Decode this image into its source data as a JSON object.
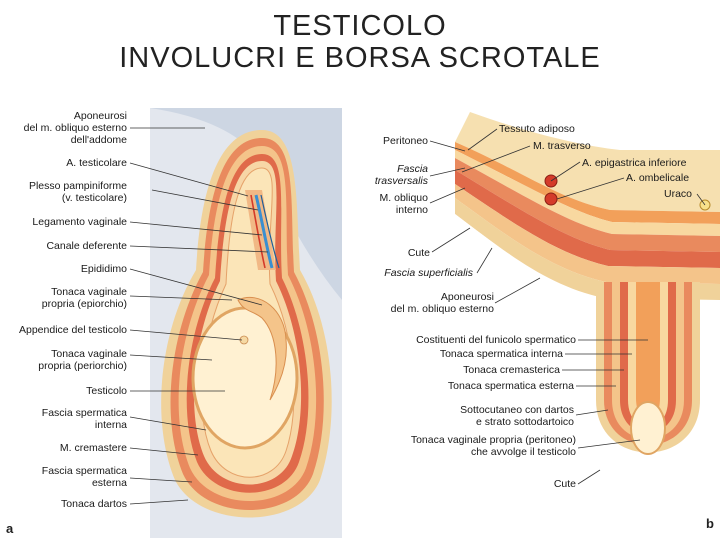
{
  "title": {
    "line1": "TESTICOLO",
    "line2": "INVOLUCRI E BORSA SCROTALE"
  },
  "colors": {
    "skin": "#f0d29a",
    "dartos": "#e98a5e",
    "cremaster": "#e06a4a",
    "fascia": "#f4c48a",
    "tunica": "#fbe5b8",
    "testis": "#fff1d2",
    "peritoneum": "#f2a05a",
    "artery": "#d43b2a",
    "vein": "#3a8fd0",
    "background_tissue": "#d4dbe6"
  },
  "panel_a": {
    "letter": "a",
    "labels": [
      [
        "Aponeurosi",
        "del m. obliquo esterno",
        "dell'addome"
      ],
      [
        "A. testicolare"
      ],
      [
        "Plesso pampiniforme",
        "(v. testicolare)"
      ],
      [
        "Legamento vaginale"
      ],
      [
        "Canale deferente"
      ],
      [
        "Epididimo"
      ],
      [
        "Tonaca vaginale",
        "propria (epiorchio)"
      ],
      [
        "Appendice del testicolo"
      ],
      [
        "Tonaca vaginale",
        "propria (periorchio)"
      ],
      [
        "Testicolo"
      ],
      [
        "Fascia spermatica",
        "interna"
      ],
      [
        "M. cremastere"
      ],
      [
        "Fascia spermatica",
        "esterna"
      ],
      [
        "Tonaca dartos"
      ]
    ]
  },
  "panel_b": {
    "letter": "b",
    "labels_left": [
      [
        "Peritoneo"
      ],
      [
        "Fascia",
        "trasversalis"
      ],
      [
        "M. obliquo",
        "interno"
      ],
      [
        "Cute"
      ],
      [
        "Fascia superficialis"
      ],
      [
        "Aponeurosi",
        "del m. obliquo esterno"
      ]
    ],
    "labels_top": [
      [
        "Tessuto adiposo"
      ],
      [
        "M. trasverso"
      ],
      [
        "A. epigastrica inferiore"
      ],
      [
        "A. ombelicale"
      ],
      [
        "Uraco"
      ]
    ],
    "labels_lower": [
      [
        "Costituenti del funicolo spermatico"
      ],
      [
        "Tonaca spermatica interna"
      ],
      [
        "Tonaca cremasterica"
      ],
      [
        "Tonaca spermatica esterna"
      ],
      [
        "Sottocutaneo con dartos",
        "e strato sottodartoico"
      ],
      [
        "Tonaca vaginale propria (peritoneo)",
        "che avvolge il testicolo"
      ],
      [
        "Cute"
      ]
    ]
  }
}
